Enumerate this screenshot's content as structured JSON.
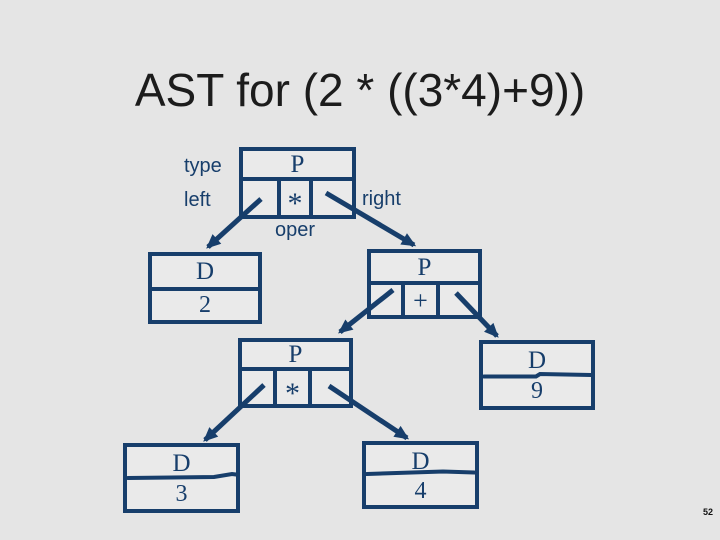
{
  "slide": {
    "title": "AST for (2 * ((3*4)+9))",
    "page_number": "52",
    "colors": {
      "ink": "#173e6b",
      "background": "#e5e5e5",
      "title_text": "#1c1c1c"
    }
  },
  "field_labels": {
    "type": "type",
    "left": "left",
    "right": "right",
    "oper": "oper"
  },
  "tree": {
    "expression": "(2 * ((3*4)+9))",
    "nodes": {
      "root": {
        "type": "P",
        "oper": "*"
      },
      "d2": {
        "type": "D",
        "value": "2"
      },
      "pplus": {
        "type": "P",
        "oper": "+"
      },
      "pstar": {
        "type": "P",
        "oper": "*"
      },
      "d9": {
        "type": "D",
        "value": "9"
      },
      "d3": {
        "type": "D",
        "value": "3"
      },
      "d4": {
        "type": "D",
        "value": "4"
      }
    },
    "edges": [
      {
        "from": "root",
        "pointer": "left",
        "to": "d2"
      },
      {
        "from": "root",
        "pointer": "right",
        "to": "pplus"
      },
      {
        "from": "pplus",
        "pointer": "left",
        "to": "pstar"
      },
      {
        "from": "pplus",
        "pointer": "right",
        "to": "d9"
      },
      {
        "from": "pstar",
        "pointer": "left",
        "to": "d3"
      },
      {
        "from": "pstar",
        "pointer": "right",
        "to": "d4"
      }
    ]
  }
}
